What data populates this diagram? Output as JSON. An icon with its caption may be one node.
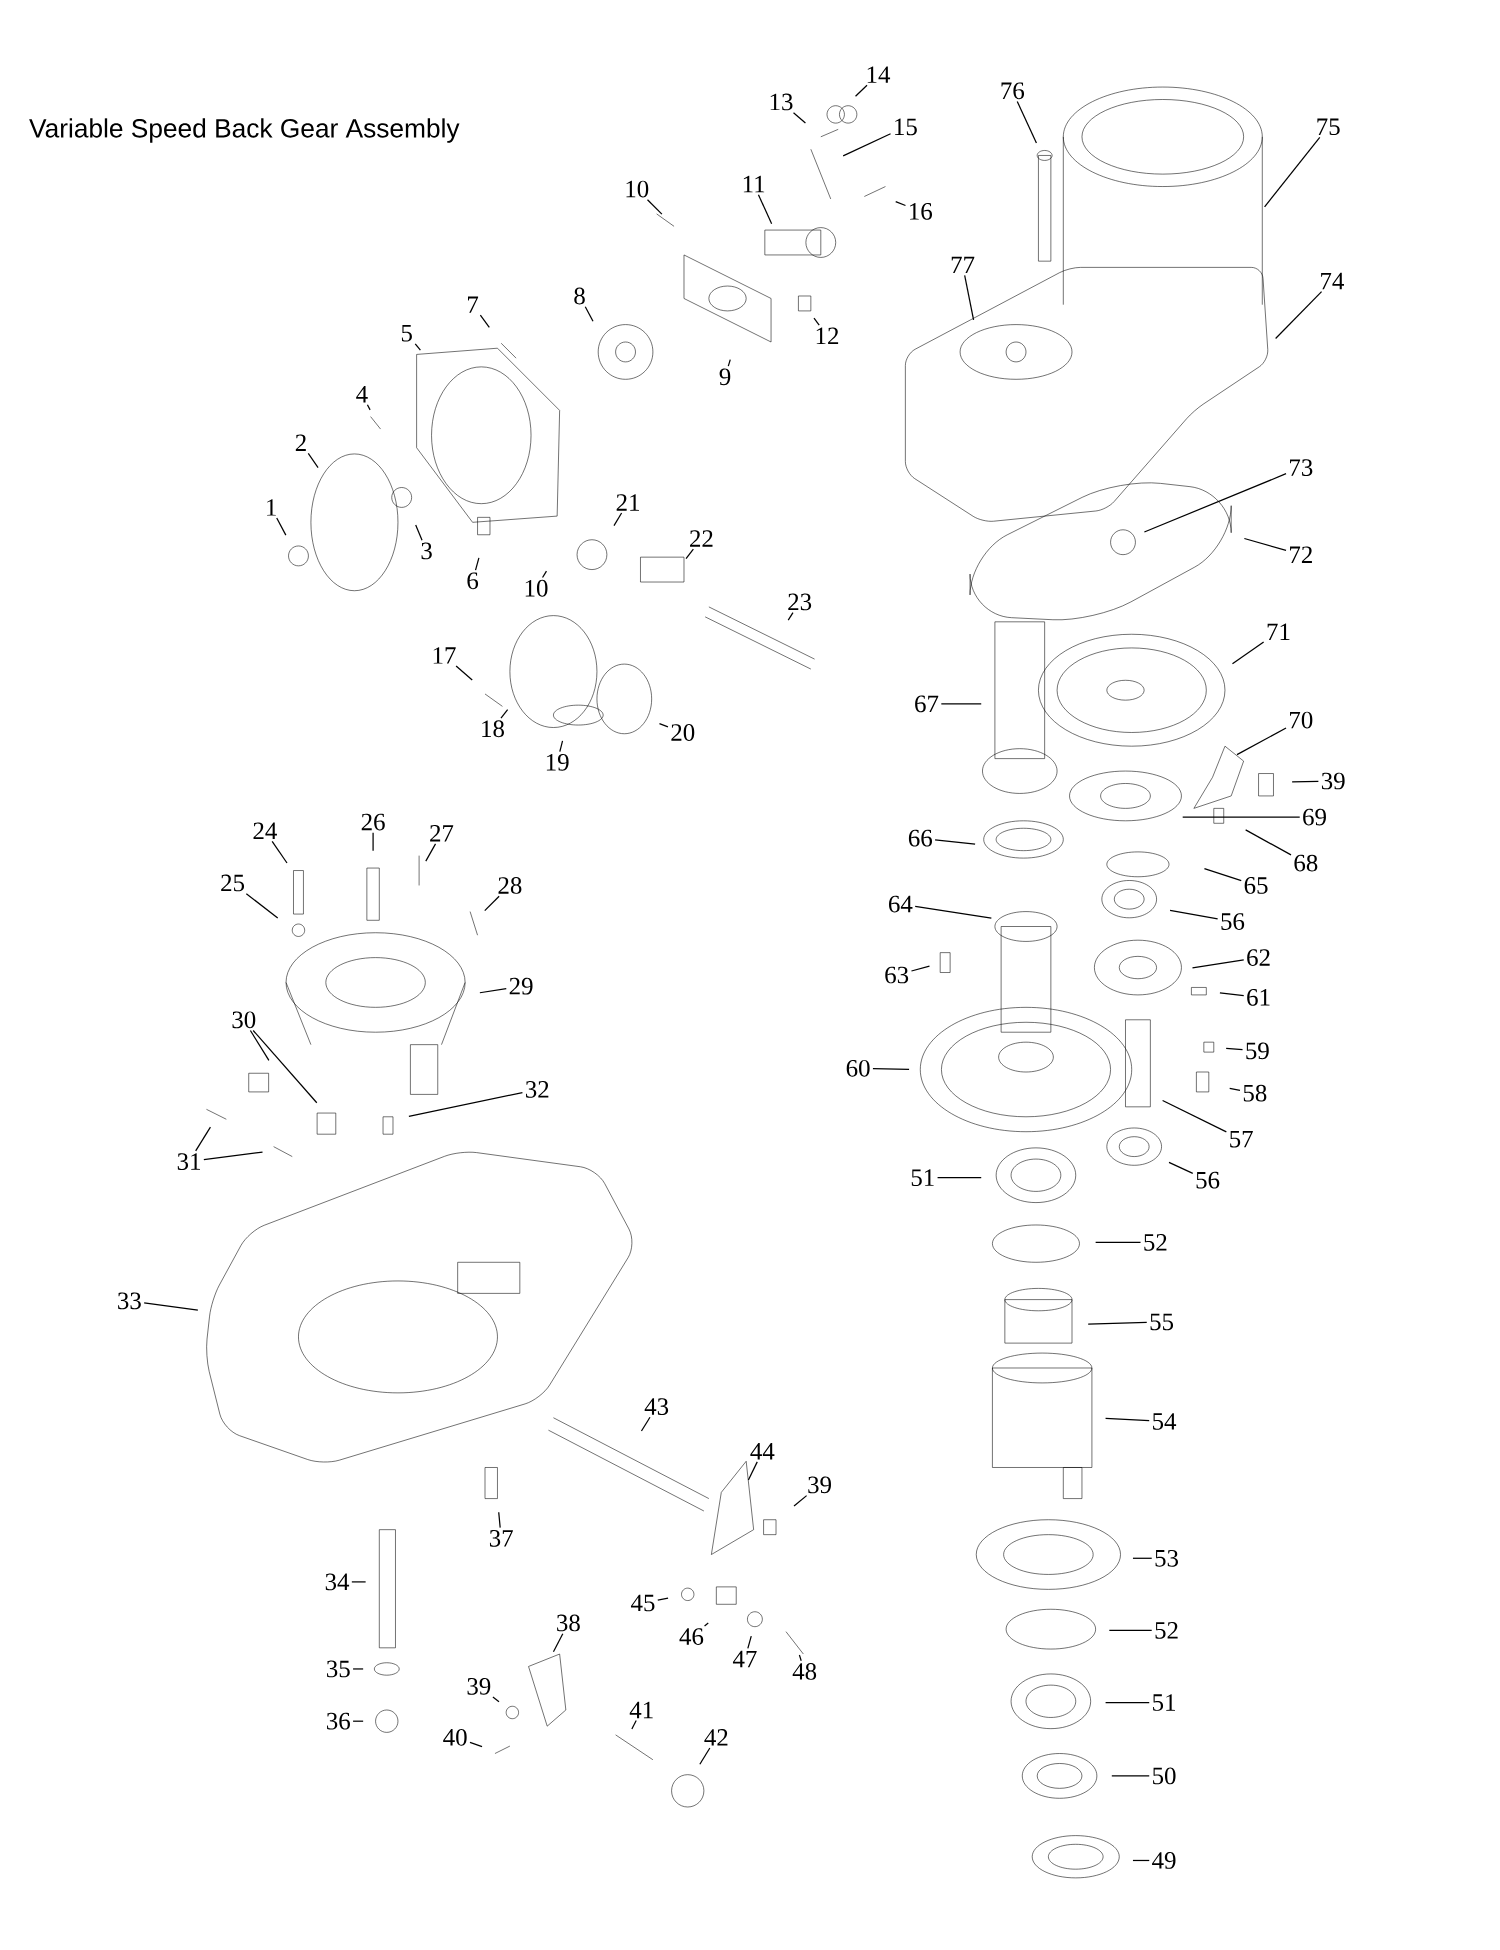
{
  "diagram": {
    "title": "Variable Speed Back Gear Assembly",
    "nodes": [
      {
        "text": [
          "13"
        ]
      },
      {
        "text": [
          "14"
        ]
      },
      {
        "text": [
          "15"
        ]
      },
      {
        "text": [
          "10"
        ]
      },
      {
        "text": [
          "11"
        ]
      },
      {
        "text": [
          "16"
        ]
      },
      {
        "text": [
          "7"
        ]
      },
      {
        "text": [
          "8"
        ]
      },
      {
        "text": [
          "12"
        ]
      },
      {
        "text": [
          "9"
        ]
      },
      {
        "text": [
          "5"
        ]
      },
      {
        "text": [
          "76"
        ]
      },
      {
        "text": [
          "75"
        ]
      },
      {
        "text": [
          "77"
        ]
      },
      {
        "text": [
          "74"
        ]
      },
      {
        "text": [
          "4"
        ]
      },
      {
        "text": [
          "2"
        ]
      },
      {
        "text": [
          "1"
        ]
      },
      {
        "text": [
          "3"
        ]
      },
      {
        "text": [
          "6"
        ]
      },
      {
        "text": [
          "10"
        ]
      },
      {
        "text": [
          "21"
        ]
      },
      {
        "text": [
          "22"
        ]
      },
      {
        "text": [
          "23"
        ]
      },
      {
        "text": [
          "73"
        ]
      },
      {
        "text": [
          "72"
        ]
      },
      {
        "text": [
          "17"
        ]
      },
      {
        "text": [
          "18"
        ]
      },
      {
        "text": [
          "19"
        ]
      },
      {
        "text": [
          "20"
        ]
      },
      {
        "text": [
          "71"
        ]
      },
      {
        "text": [
          "67"
        ]
      },
      {
        "text": [
          "70"
        ]
      },
      {
        "text": [
          "39"
        ]
      },
      {
        "text": [
          "69"
        ]
      },
      {
        "text": [
          "68"
        ]
      },
      {
        "text": [
          "66"
        ]
      },
      {
        "text": [
          "65"
        ]
      },
      {
        "text": [
          "24"
        ]
      },
      {
        "text": [
          "26"
        ]
      },
      {
        "text": [
          "27"
        ]
      },
      {
        "text": [
          "28"
        ]
      },
      {
        "text": [
          "25"
        ]
      },
      {
        "text": [
          "64"
        ]
      },
      {
        "text": [
          "56"
        ]
      },
      {
        "text": [
          "62"
        ]
      },
      {
        "text": [
          "63"
        ]
      },
      {
        "text": [
          "61"
        ]
      },
      {
        "text": [
          "29"
        ]
      },
      {
        "text": [
          "30"
        ]
      },
      {
        "text": [
          "59"
        ]
      },
      {
        "text": [
          "60"
        ]
      },
      {
        "text": [
          "58"
        ]
      },
      {
        "text": [
          "32"
        ]
      },
      {
        "text": [
          "57"
        ]
      },
      {
        "text": [
          "31"
        ]
      },
      {
        "text": [
          "51"
        ]
      },
      {
        "text": [
          "56"
        ]
      },
      {
        "text": [
          "52"
        ]
      },
      {
        "text": [
          "33"
        ]
      },
      {
        "text": [
          "55"
        ]
      },
      {
        "text": [
          "43"
        ]
      },
      {
        "text": [
          "54"
        ]
      },
      {
        "text": [
          "44"
        ]
      },
      {
        "text": [
          "39"
        ]
      },
      {
        "text": [
          "37"
        ]
      },
      {
        "text": [
          "53"
        ]
      },
      {
        "text": [
          "34"
        ]
      },
      {
        "text": [
          "45"
        ]
      },
      {
        "text": [
          "46"
        ]
      },
      {
        "text": [
          "38"
        ]
      },
      {
        "text": [
          "52"
        ]
      },
      {
        "text": [
          "47"
        ]
      },
      {
        "text": [
          "48"
        ]
      },
      {
        "text": [
          "35"
        ]
      },
      {
        "text": [
          "39"
        ]
      },
      {
        "text": [
          "51"
        ]
      },
      {
        "text": [
          "36"
        ]
      },
      {
        "text": [
          "41"
        ]
      },
      {
        "text": [
          "40"
        ]
      },
      {
        "text": [
          "42"
        ]
      },
      {
        "text": [
          "50"
        ]
      },
      {
        "text": [
          "49"
        ]
      }
    ],
    "edges": [
      {
        "from": 0,
        "to": null,
        "arrow": "none"
      },
      {
        "from": 1,
        "to": null,
        "arrow": "none"
      },
      {
        "from": 2,
        "to": null,
        "arrow": "none"
      },
      {
        "from": 3,
        "to": null,
        "arrow": "none"
      },
      {
        "from": 4,
        "to": null,
        "arrow": "none"
      },
      {
        "from": 5,
        "to": null,
        "arrow": "none"
      },
      {
        "from": 6,
        "to": null,
        "arrow": "none"
      },
      {
        "from": 7,
        "to": null,
        "arrow": "none"
      },
      {
        "from": 8,
        "to": null,
        "arrow": "none"
      },
      {
        "from": 9,
        "to": null,
        "arrow": "none"
      },
      {
        "from": 10,
        "to": null,
        "arrow": "none"
      },
      {
        "from": 11,
        "to": null,
        "arrow": "none"
      },
      {
        "from": 12,
        "to": null,
        "arrow": "none"
      },
      {
        "from": 13,
        "to": null,
        "arrow": "none"
      },
      {
        "from": 14,
        "to": null,
        "arrow": "none"
      },
      {
        "from": 15,
        "to": null,
        "arrow": "none"
      },
      {
        "from": 16,
        "to": null,
        "arrow": "none"
      },
      {
        "from": 17,
        "to": null,
        "arrow": "none"
      },
      {
        "from": 18,
        "to": null,
        "arrow": "none"
      },
      {
        "from": 19,
        "to": null,
        "arrow": "none"
      },
      {
        "from": 20,
        "to": null,
        "arrow": "none"
      },
      {
        "from": 21,
        "to": null,
        "arrow": "none"
      },
      {
        "from": 22,
        "to": null,
        "arrow": "none"
      },
      {
        "from": 23,
        "to": null,
        "arrow": "none"
      },
      {
        "from": 24,
        "to": null,
        "arrow": "none"
      },
      {
        "from": 25,
        "to": null,
        "arrow": "none"
      },
      {
        "from": 26,
        "to": null,
        "arrow": "none"
      },
      {
        "from": 27,
        "to": null,
        "arrow": "none"
      },
      {
        "from": 28,
        "to": null,
        "arrow": "none"
      },
      {
        "from": 29,
        "to": null,
        "arrow": "none"
      },
      {
        "from": 30,
        "to": null,
        "arrow": "none"
      },
      {
        "from": 31,
        "to": null,
        "arrow": "none"
      },
      {
        "from": 32,
        "to": null,
        "arrow": "none"
      },
      {
        "from": 33,
        "to": null,
        "arrow": "none"
      },
      {
        "from": 34,
        "to": null,
        "arrow": "none"
      },
      {
        "from": 35,
        "to": null,
        "arrow": "none"
      },
      {
        "from": 36,
        "to": null,
        "arrow": "none"
      },
      {
        "from": 37,
        "to": null,
        "arrow": "none"
      },
      {
        "from": 38,
        "to": null,
        "arrow": "none"
      },
      {
        "from": 39,
        "to": null,
        "arrow": "none"
      },
      {
        "from": 40,
        "to": null,
        "arrow": "none"
      },
      {
        "from": 41,
        "to": null,
        "arrow": "none"
      },
      {
        "from": 42,
        "to": null,
        "arrow": "none"
      },
      {
        "from": 43,
        "to": null,
        "arrow": "none"
      },
      {
        "from": 44,
        "to": null,
        "arrow": "none"
      },
      {
        "from": 45,
        "to": null,
        "arrow": "none"
      },
      {
        "from": 46,
        "to": null,
        "arrow": "none"
      },
      {
        "from": 47,
        "to": null,
        "arrow": "none"
      },
      {
        "from": 48,
        "to": null,
        "arrow": "none"
      },
      {
        "from": 49,
        "to": null,
        "arrow": "none"
      },
      {
        "from": 49,
        "to": null,
        "arrow": "none"
      },
      {
        "from": 50,
        "to": null,
        "arrow": "none"
      },
      {
        "from": 51,
        "to": null,
        "arrow": "none"
      },
      {
        "from": 52,
        "to": null,
        "arrow": "none"
      },
      {
        "from": 53,
        "to": null,
        "arrow": "none"
      },
      {
        "from": 54,
        "to": null,
        "arrow": "none"
      },
      {
        "from": 55,
        "to": null,
        "arrow": "none"
      },
      {
        "from": 55,
        "to": null,
        "arrow": "none"
      },
      {
        "from": 56,
        "to": null,
        "arrow": "none"
      },
      {
        "from": 57,
        "to": null,
        "arrow": "none"
      },
      {
        "from": 58,
        "to": null,
        "arrow": "none"
      },
      {
        "from": 59,
        "to": null,
        "arrow": "none"
      },
      {
        "from": 60,
        "to": null,
        "arrow": "none"
      },
      {
        "from": 61,
        "to": null,
        "arrow": "none"
      },
      {
        "from": 62,
        "to": null,
        "arrow": "none"
      },
      {
        "from": 63,
        "to": null,
        "arrow": "none"
      },
      {
        "from": 64,
        "to": null,
        "arrow": "none"
      },
      {
        "from": 65,
        "to": null,
        "arrow": "none"
      },
      {
        "from": 66,
        "to": null,
        "arrow": "none"
      },
      {
        "from": 67,
        "to": null,
        "arrow": "none"
      },
      {
        "from": 68,
        "to": null,
        "arrow": "none"
      },
      {
        "from": 69,
        "to": null,
        "arrow": "none"
      },
      {
        "from": 70,
        "to": null,
        "arrow": "none"
      },
      {
        "from": 71,
        "to": null,
        "arrow": "none"
      },
      {
        "from": 72,
        "to": null,
        "arrow": "none"
      },
      {
        "from": 73,
        "to": null,
        "arrow": "none"
      },
      {
        "from": 74,
        "to": null,
        "arrow": "none"
      },
      {
        "from": 75,
        "to": null,
        "arrow": "none"
      },
      {
        "from": 76,
        "to": null,
        "arrow": "none"
      },
      {
        "from": 77,
        "to": null,
        "arrow": "none"
      },
      {
        "from": 78,
        "to": null,
        "arrow": "none"
      },
      {
        "from": 79,
        "to": null,
        "arrow": "none"
      },
      {
        "from": 80,
        "to": null,
        "arrow": "none"
      },
      {
        "from": 81,
        "to": null,
        "arrow": "none"
      },
      {
        "from": 82,
        "to": null,
        "arrow": "none"
      }
    ]
  }
}
